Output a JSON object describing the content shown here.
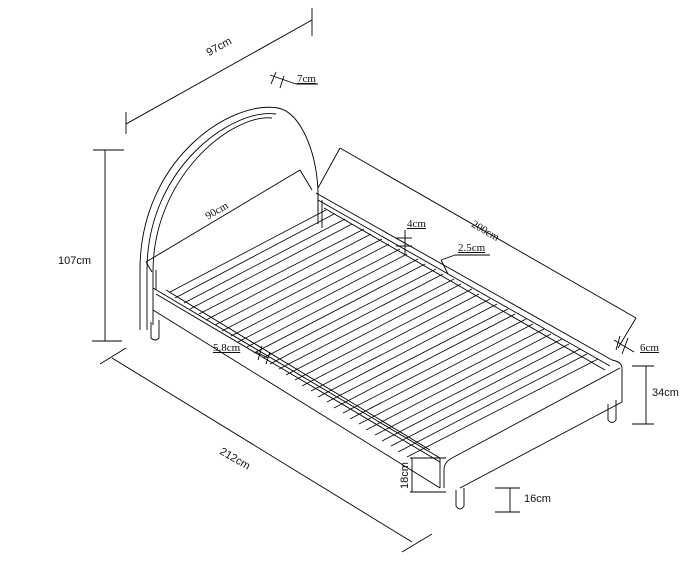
{
  "diagram": {
    "subject": "Bed frame with arched headboard and slatted base",
    "units": "cm",
    "dimensions": {
      "overall_width": "97cm",
      "headboard_thickness": "7cm",
      "inner_width": "90cm",
      "inner_length": "200cm",
      "slat_thickness": "4cm",
      "side_rail_gap": "2.5cm",
      "slat_spacing": "5.8cm",
      "overall_height": "107cm",
      "frame_side_width": "6cm",
      "base_height": "34cm",
      "overall_length": "212cm",
      "rail_height": "18cm",
      "leg_height": "16cm"
    },
    "slat_count": 26,
    "colors": {
      "line": "#000000",
      "background": "#ffffff"
    }
  }
}
